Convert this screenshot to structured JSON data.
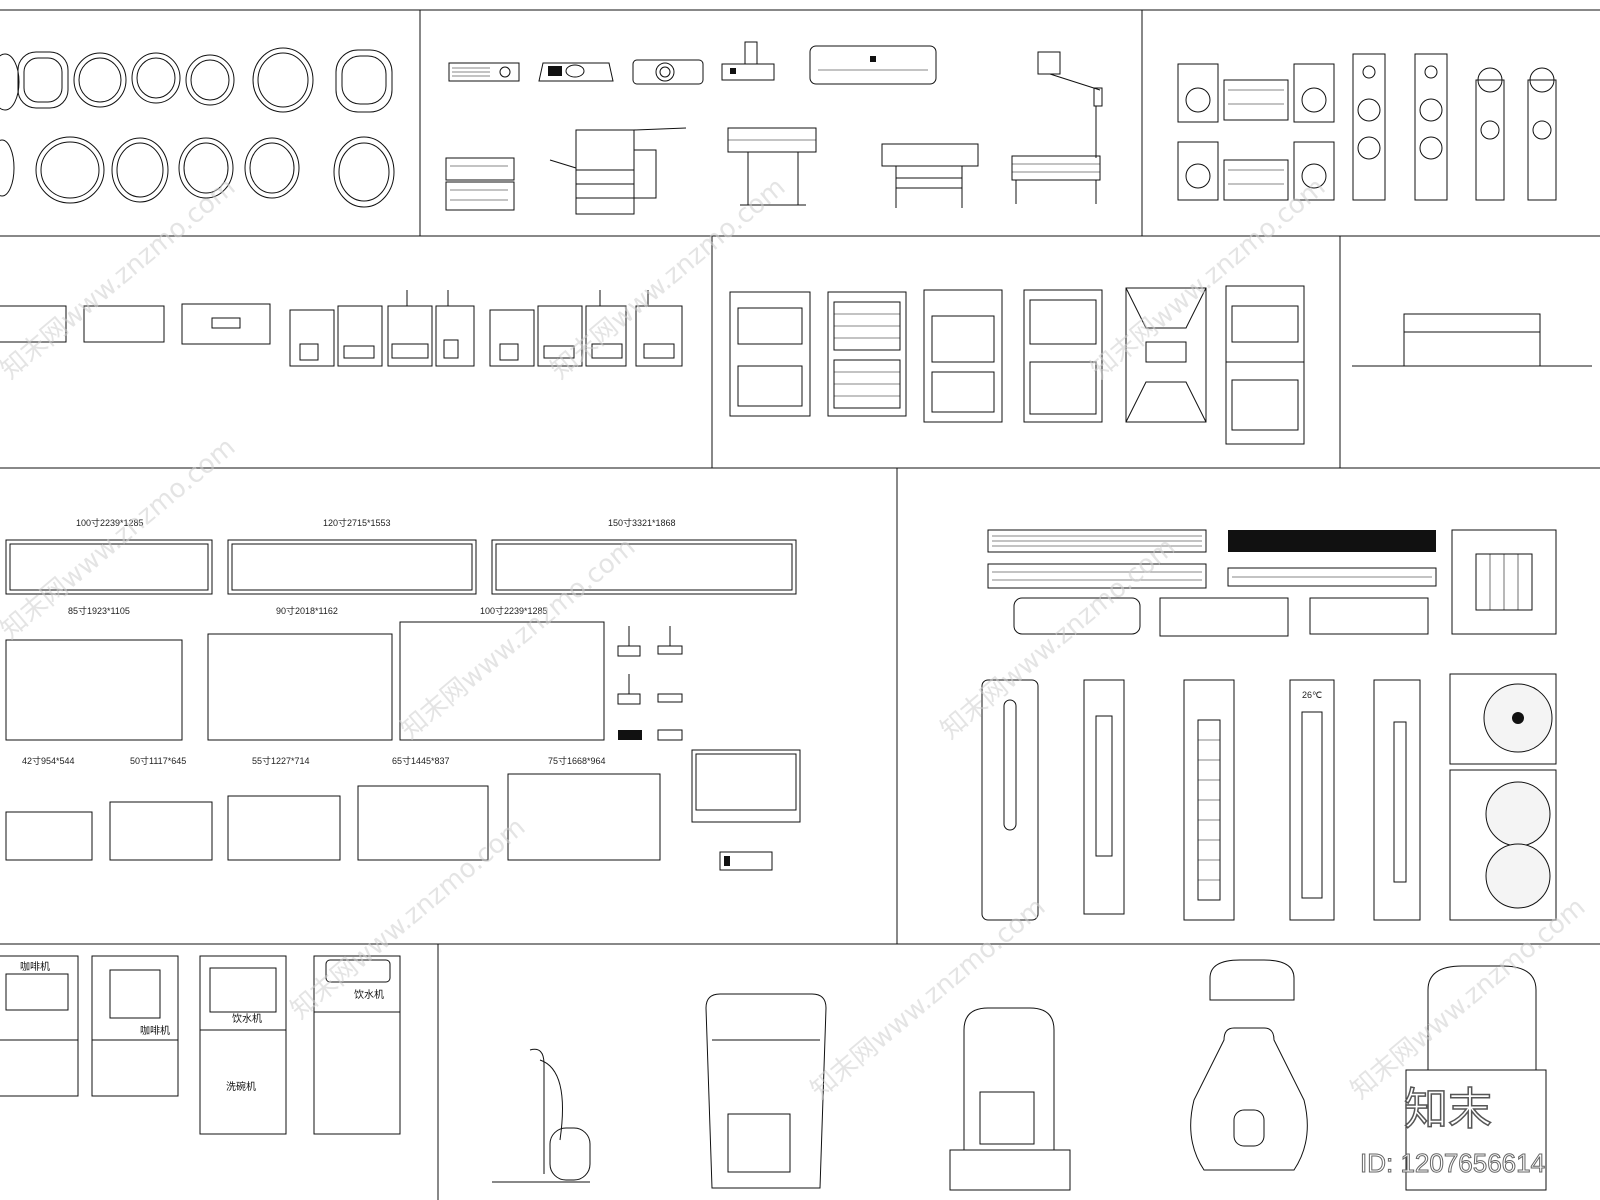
{
  "screen_labels": {
    "wide_row": [
      "100寸2239*1285",
      "120寸2715*1553",
      "150寸3321*1868"
    ],
    "mid_row": [
      "85寸1923*1105",
      "90寸2018*1162",
      "100寸2239*1285"
    ],
    "small_row": [
      "42寸954*544",
      "50寸1117*645",
      "55寸1227*714",
      "65寸1445*837",
      "75寸1668*964"
    ]
  },
  "appliance_labels": {
    "coffee_1": "咖啡机",
    "coffee_2": "咖啡机",
    "water_1": "饮水机",
    "water_2": "饮水机",
    "dishwasher": "洗碗机",
    "ac_display": "26℃"
  },
  "watermark": {
    "text": "知末网www.znzmo.com",
    "logo": "知末",
    "id": "ID: 1207656614"
  }
}
